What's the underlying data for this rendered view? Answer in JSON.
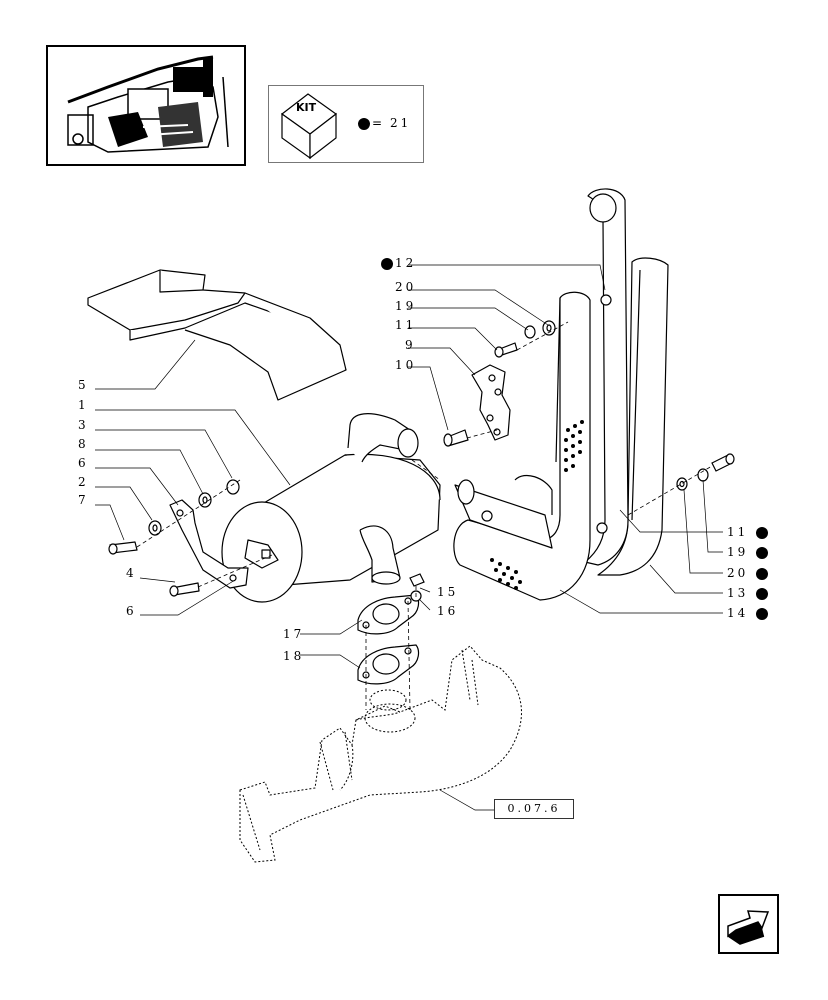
{
  "kit": {
    "label": "KIT",
    "equals": "=",
    "number": "21"
  },
  "reference": {
    "code": "0.07.6"
  },
  "callouts": {
    "left": [
      "5",
      "1",
      "3",
      "8",
      "6",
      "2",
      "7",
      "4",
      "6"
    ],
    "top_right": [
      "12",
      "20",
      "19",
      "11",
      "9",
      "10"
    ],
    "right": [
      "11",
      "19",
      "20",
      "13",
      "14"
    ],
    "bottom_center": [
      "15",
      "16",
      "17",
      "18"
    ]
  },
  "kit_marked_parts": [
    "12",
    "11",
    "19",
    "20",
    "13",
    "14"
  ],
  "icons": {
    "thumbnail": "engine-location-thumbnail",
    "kit": "kit-box-icon",
    "bullet": "kit-dot-icon",
    "nav": "next-page-arrow-icon"
  },
  "colors": {
    "ink": "#000000",
    "paper": "#ffffff",
    "gray": "#808080"
  }
}
